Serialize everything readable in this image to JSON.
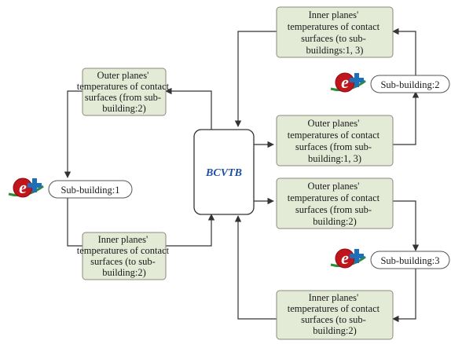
{
  "center": {
    "label": "BCVTB",
    "color": "#1f4fa3"
  },
  "colors": {
    "box_fill": "#e3ead6",
    "logo_e": "#c0151c",
    "logo_plus": "#1c6fb8",
    "logo_leaf": "#2e8b3a"
  },
  "logo_icon": "energyplus-logo-icon",
  "subbuildings": [
    {
      "label": "Sub-building:1"
    },
    {
      "label": "Sub-building:2"
    },
    {
      "label": "Sub-building:3"
    }
  ],
  "boxes": [
    {
      "lines": [
        "Outer planes'",
        "temperatures of contact",
        "surfaces (from sub-",
        "building:2)"
      ]
    },
    {
      "lines": [
        "Inner planes'",
        "temperatures of contact",
        "surfaces (to sub-",
        "building:2)"
      ]
    },
    {
      "lines": [
        "Inner planes'",
        "temperatures of contact",
        "surfaces (to sub-",
        "buildings:1, 3)"
      ]
    },
    {
      "lines": [
        "Outer planes'",
        "temperatures of contact",
        "surfaces (from sub-",
        "building:1, 3)"
      ]
    },
    {
      "lines": [
        "Outer planes'",
        "temperatures of contact",
        "surfaces (from sub-",
        "building:2)"
      ]
    },
    {
      "lines": [
        "Inner planes'",
        "temperatures of contact",
        "surfaces (to sub-",
        "building:2)"
      ]
    }
  ]
}
